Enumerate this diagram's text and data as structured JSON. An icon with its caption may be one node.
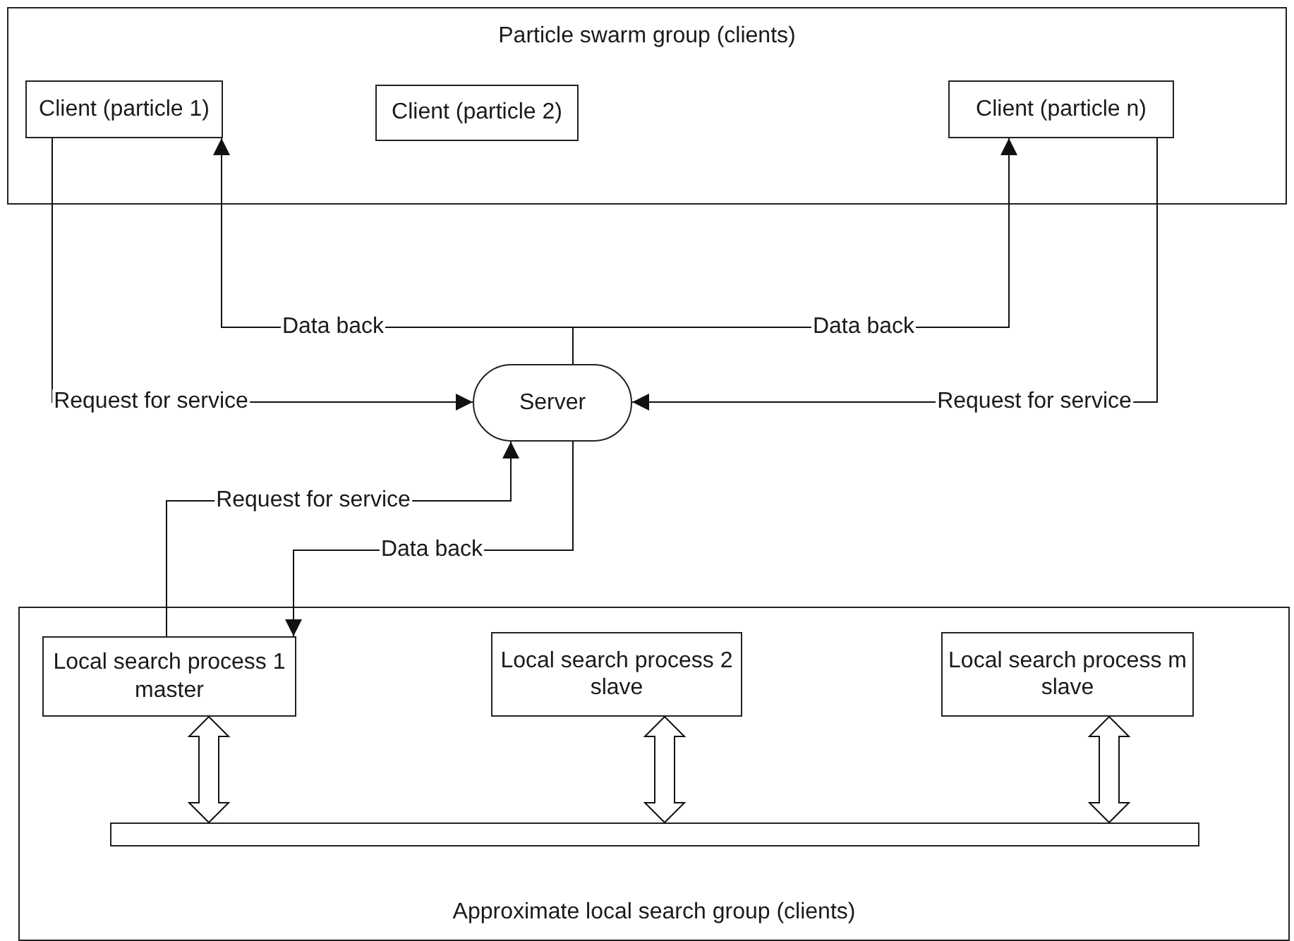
{
  "diagram": {
    "nodes": [
      {
        "text": [
          "Particle swarm group (clients)"
        ]
      },
      {
        "text": [
          "Client (particle 1)"
        ],
        "in": 0
      },
      {
        "text": [
          "Client (particle 2)"
        ],
        "in": 0
      },
      {
        "text": [
          "Client (particle n)"
        ],
        "in": 0
      },
      {
        "text": [
          "Server"
        ]
      },
      {
        "text": [
          "Approximate local search group (clients)"
        ]
      },
      {
        "text": [
          "Local search process 1 master"
        ],
        "in": 5
      },
      {
        "text": [
          "Local search process 2 slave"
        ],
        "in": 5
      },
      {
        "text": [
          "Local search process m slave"
        ],
        "in": 5
      },
      {
        "text": [],
        "shape": "bar",
        "in": 5
      }
    ],
    "edges": [
      {
        "from": 4,
        "to": 1,
        "arrow": "to",
        "label": "Data back"
      },
      {
        "from": 4,
        "to": 3,
        "arrow": "to",
        "label": "Data back"
      },
      {
        "from": 1,
        "to": 4,
        "arrow": "to",
        "label": "Request for service"
      },
      {
        "from": 3,
        "to": 4,
        "arrow": "to",
        "label": "Request for service"
      },
      {
        "from": 6,
        "to": 4,
        "arrow": "to",
        "label": "Request for service"
      },
      {
        "from": 4,
        "to": 6,
        "arrow": "to",
        "label": "Data back"
      },
      {
        "from": 6,
        "to": 9,
        "arrow": "both",
        "style": "thick"
      },
      {
        "from": 7,
        "to": 9,
        "arrow": "both",
        "style": "thick"
      },
      {
        "from": 8,
        "to": 9,
        "arrow": "both",
        "style": "thick"
      }
    ]
  }
}
